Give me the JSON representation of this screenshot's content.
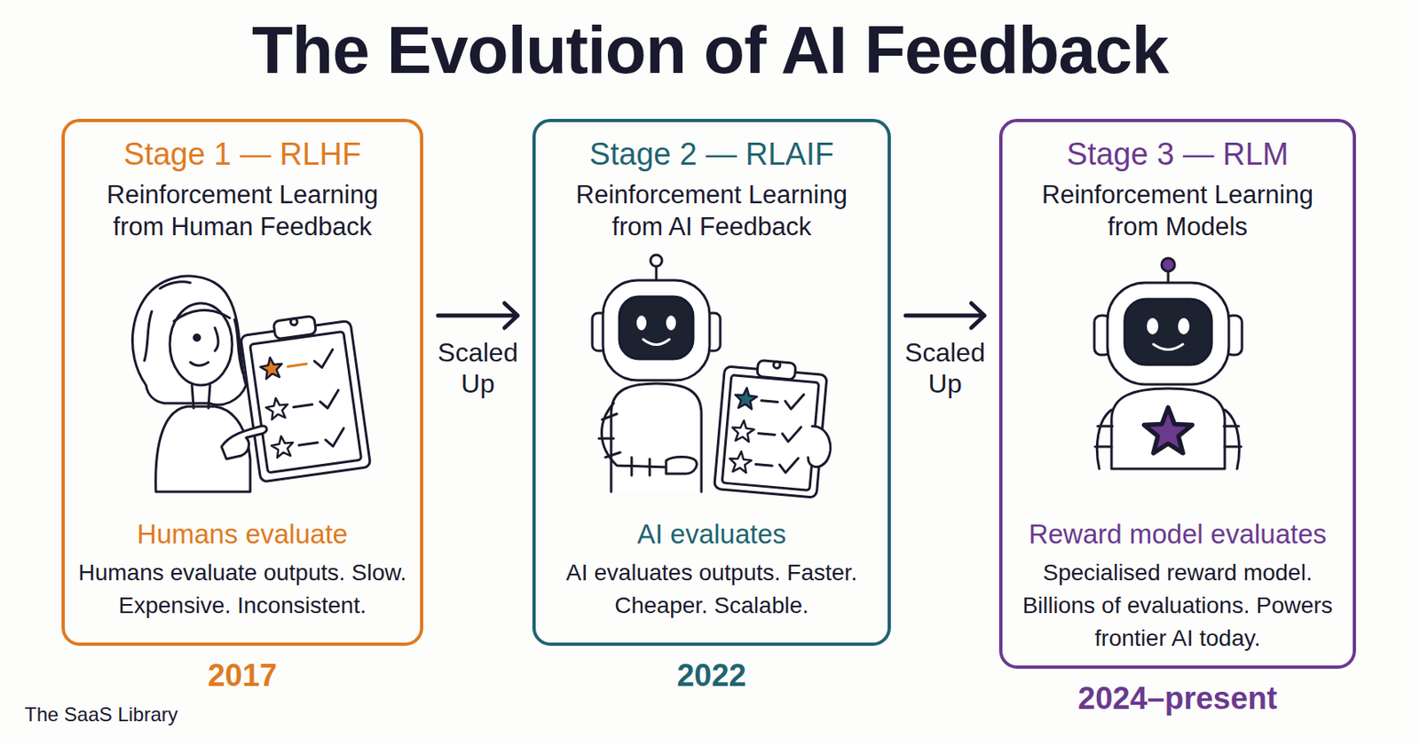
{
  "diagram": {
    "title": "The Evolution of AI Feedback",
    "nodes": [
      {
        "text": [
          "Stage 1 — RLHF",
          "Reinforcement Learning from Human Feedback",
          "Humans evaluate",
          "Humans evaluate outputs. Slow. Expensive. Inconsistent."
        ]
      },
      {
        "text": [
          "Stage 2 — RLAIF",
          "Reinforcement Learning from AI Feedback",
          "AI evaluates",
          "AI evaluates outputs. Faster. Cheaper. Scalable."
        ]
      },
      {
        "text": [
          "Stage 3 — RLM",
          "Reinforcement Learning from Models",
          "Reward model evaluates",
          "Specialised reward model. Billions of evaluations. Powers frontier AI today."
        ]
      }
    ],
    "edges": [
      {
        "from": 0,
        "to": 1,
        "label": "Scaled Up",
        "arrow": "to"
      },
      {
        "from": 1,
        "to": 2,
        "label": "Scaled Up",
        "arrow": "to"
      }
    ],
    "labels": [
      "2017",
      "2022",
      "2024–present",
      "The SaaS Library"
    ]
  }
}
